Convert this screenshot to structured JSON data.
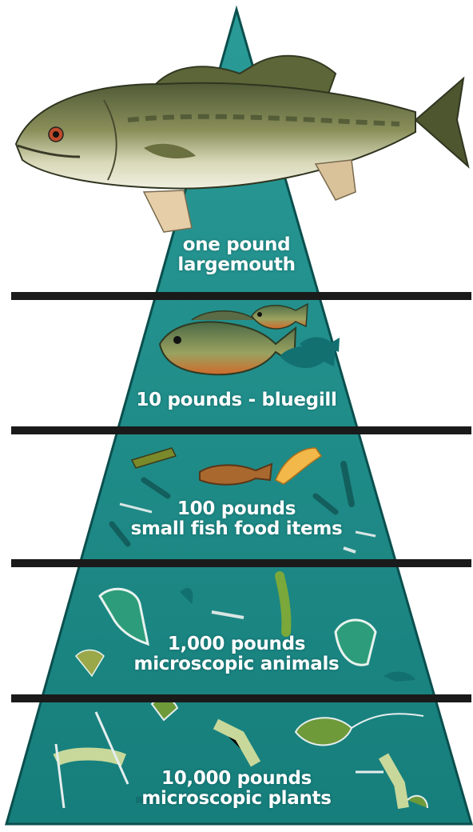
{
  "pyramid": {
    "colors": {
      "pyramid_fill": "#1d8a87",
      "pyramid_fill_dark": "#0f6d6b",
      "pyramid_outline": "#0a4f4e",
      "divider": "#1a1a1a",
      "label": "#ffffff"
    },
    "levels": [
      {
        "lines": [
          "one pound",
          "largemouth"
        ],
        "icon": "largemouth-bass-fish-icon"
      },
      {
        "lines": [
          "10 pounds - bluegill"
        ],
        "icon": "bluegill-fish-icon"
      },
      {
        "lines": [
          "100 pounds",
          "small fish food items"
        ],
        "icon": "aquatic-insect-icon"
      },
      {
        "lines": [
          "1,000 pounds",
          "microscopic animals"
        ],
        "icon": "zooplankton-icon"
      },
      {
        "lines": [
          "10,000 pounds",
          "microscopic plants"
        ],
        "icon": "phytoplankton-icon"
      }
    ]
  }
}
